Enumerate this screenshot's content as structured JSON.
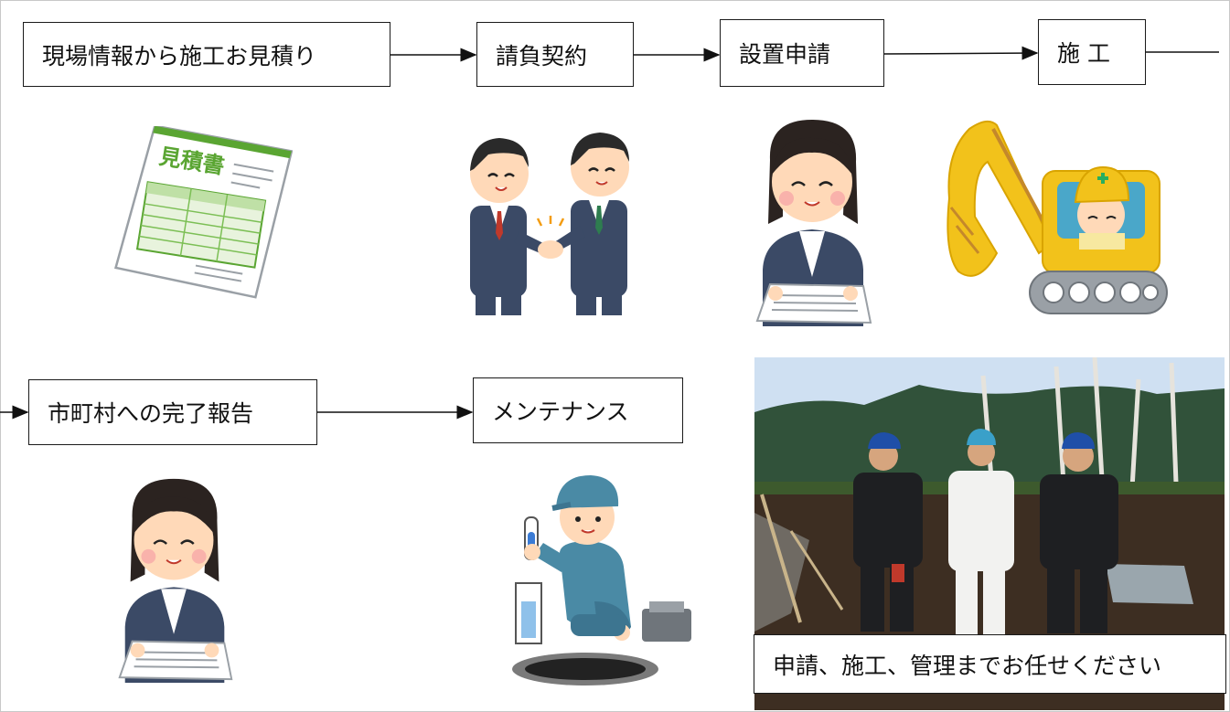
{
  "steps": [
    {
      "label": "現場情報から施工お見積り"
    },
    {
      "label": "請負契約"
    },
    {
      "label": "設置申請"
    },
    {
      "label": "施 工"
    },
    {
      "label": "市町村への完了報告"
    },
    {
      "label": "メンテナンス"
    }
  ],
  "estimate_sheet": {
    "title": "見積書"
  },
  "caption": "申請、施工、管理までお任せください",
  "colors": {
    "sheet_green": "#5aa532",
    "suit_navy": "#3b4a66",
    "excavator_yellow": "#f2c21b",
    "worker_blue": "#4a8aa5",
    "sky": "#cfe0f2",
    "soil": "#3d2e22"
  }
}
